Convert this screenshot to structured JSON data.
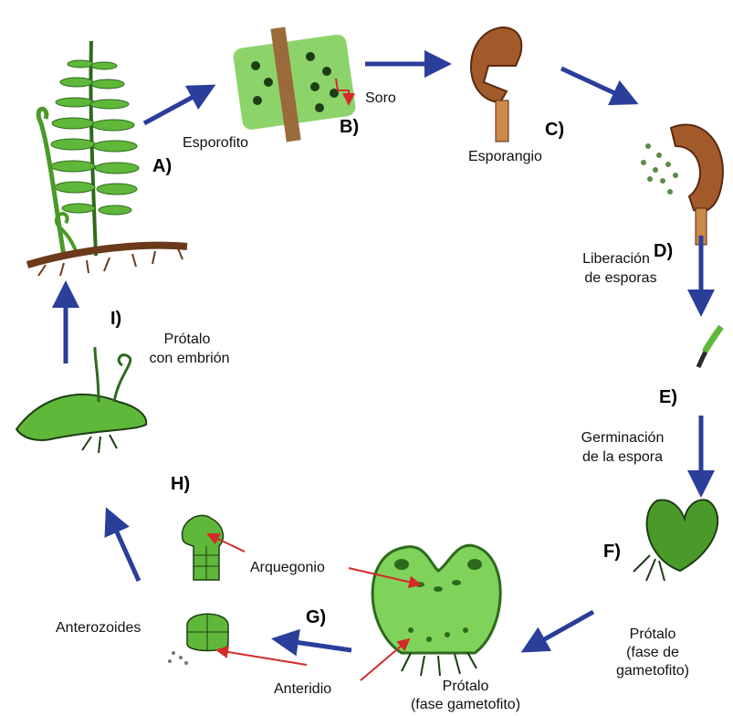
{
  "letters": {
    "a": "A)",
    "b": "B)",
    "c": "C)",
    "d": "D)",
    "e": "E)",
    "f": "F)",
    "g": "G)",
    "h": "H)",
    "i": "I)"
  },
  "labels": {
    "esporofito": "Esporofito",
    "soro": "Soro",
    "esporangio": "Esporangio",
    "liberacion_1": "Liberación",
    "liberacion_2": "de esporas",
    "germinacion_1": "Germinación",
    "germinacion_2": "de la espora",
    "protalo_f_1": "Prótalo",
    "protalo_f_2": "(fase de",
    "protalo_f_3": "gametofito)",
    "protalo_g_1": "Prótalo",
    "protalo_g_2": "(fase gametofito)",
    "arquegonio": "Arquegonio",
    "anteridio": "Anteridio",
    "anterozoides": "Anterozoides",
    "protalo_i_1": "Prótalo",
    "protalo_i_2": "con embrión"
  },
  "colors": {
    "cycle_arrow": "#2a3e9a",
    "pointer_arrow": "#d42a2a",
    "plant_green": "#5fb83a",
    "plant_dark": "#2e6a1c",
    "brown": "#8b4a22"
  }
}
